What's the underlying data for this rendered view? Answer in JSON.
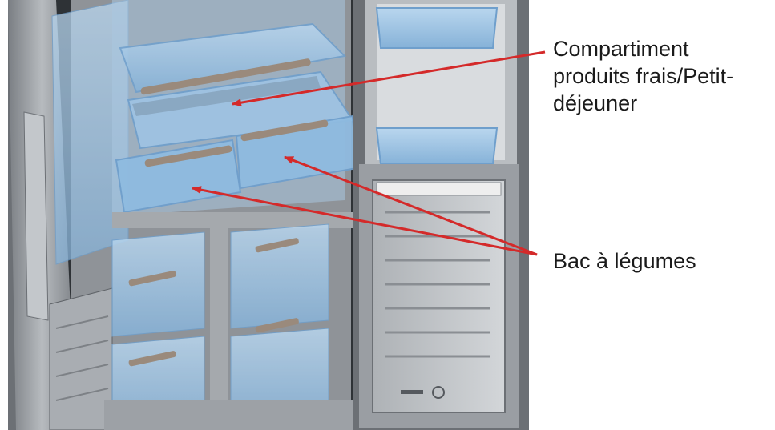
{
  "annotations": {
    "fresh_compartment": {
      "lines": [
        "Compartiment",
        "produits frais/Petit-",
        "déjeuner"
      ]
    },
    "vegetable_drawer": {
      "lines": [
        "Bac à légumes"
      ]
    }
  },
  "colors": {
    "arrow": "#d42a2a",
    "frame": "#8d9196",
    "frame_dark": "#55595e",
    "glass": "#9fc4e4",
    "glass_edge": "#6f9fcc",
    "handle": "#9a8a7c",
    "door_panel": "#c9ccd0"
  }
}
